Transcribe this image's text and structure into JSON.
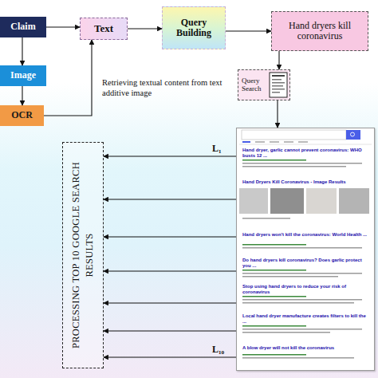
{
  "diagram": {
    "nodes": [
      {
        "text": [
          "Claim"
        ]
      },
      {
        "text": [
          "Text"
        ]
      },
      {
        "text": [
          "Query Building"
        ]
      },
      {
        "text": [
          "Hand dryers kill coronavirus"
        ]
      },
      {
        "text": [
          "Image"
        ]
      },
      {
        "text": [
          "OCR"
        ]
      },
      {
        "text": [
          "Query Search"
        ]
      },
      {
        "text": [
          "Hand dryers kill coronavirus",
          "Hand dryer, garlic cannot prevent coronavirus: WHO busts 12 ...",
          "Hand Dryers Kill Coronavirus - Image Results",
          "Hand dryers won't kill the coronavirus: World Health ...",
          "Do hand dryers kill coronavirus? Does garlic protect you ...",
          "Stop using hand dryers to reduce your risk of coronavirus",
          "Local hand dryer manufacture creates filters to kill the ...",
          "A blow dryer will not kill the coronavirus"
        ]
      },
      {
        "text": [
          "PROCESSING TOP 10 GOOGLE SEARCH RESULTS"
        ]
      }
    ],
    "edges": [
      {
        "from": 0,
        "to": 1,
        "arrow": "to"
      },
      {
        "from": 1,
        "to": 2,
        "arrow": "to"
      },
      {
        "from": 2,
        "to": 3,
        "arrow": "to"
      },
      {
        "from": 0,
        "to": 4,
        "arrow": "to"
      },
      {
        "from": 4,
        "to": 5,
        "arrow": "to"
      },
      {
        "from": 5,
        "to": 1,
        "arrow": "to"
      },
      {
        "from": 3,
        "to": 6,
        "arrow": "to"
      },
      {
        "from": 6,
        "to": 7,
        "arrow": "to"
      },
      {
        "from": 7,
        "to": 8,
        "label": "L₁",
        "arrow": "to"
      },
      {
        "from": 7,
        "to": 8,
        "arrow": "to"
      },
      {
        "from": 7,
        "to": 8,
        "arrow": "to"
      },
      {
        "from": 7,
        "to": 8,
        "arrow": "to"
      },
      {
        "from": 7,
        "to": 8,
        "arrow": "to"
      },
      {
        "from": 7,
        "to": 8,
        "arrow": "to"
      },
      {
        "from": 7,
        "to": 8,
        "label": "L₁₀",
        "arrow": "to"
      }
    ],
    "labels": [
      "Retrieving textual content from text additive image"
    ]
  }
}
